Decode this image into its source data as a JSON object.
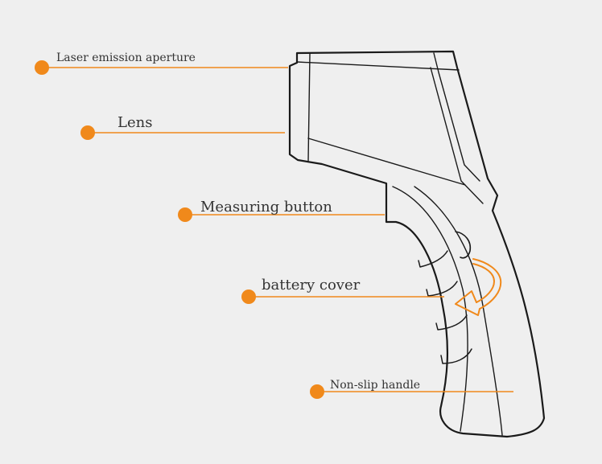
{
  "diagram": {
    "colors": {
      "accent": "#f0891b",
      "outline": "#1a1a1a",
      "background": "#efefef",
      "text": "#333333"
    },
    "labels": {
      "laser_emission_aperture": "Laser emission aperture",
      "lens": "Lens",
      "measuring_button": "Measuring button",
      "battery_cover": "battery cover",
      "non_slip_handle": "Non-slip handle"
    }
  }
}
